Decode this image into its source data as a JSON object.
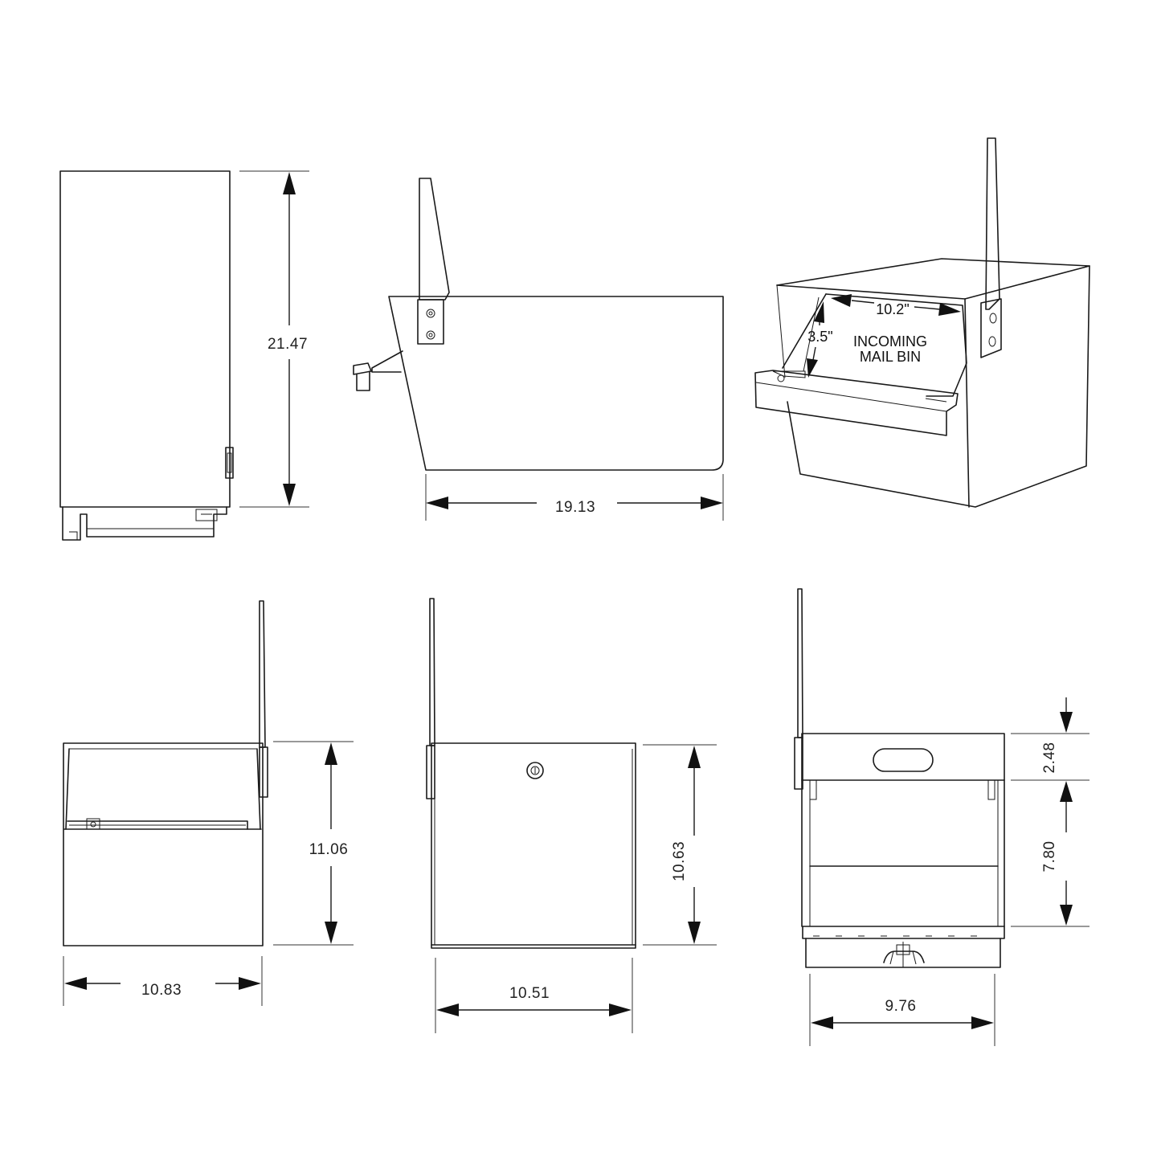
{
  "dimensions": {
    "side_height": "21.47",
    "side_length": "19.13",
    "bin_width": "10.2\"",
    "bin_depth": "3.5\"",
    "front_height": "11.06",
    "front_width": "10.83",
    "back_height": "10.63",
    "back_width": "10.51",
    "open_slot_height": "2.48",
    "open_bin_height": "7.80",
    "open_width": "9.76"
  },
  "callout": {
    "line1": "INCOMING",
    "line2": "MAIL BIN"
  },
  "colors": {
    "line": "#1a1a1a",
    "background": "#ffffff"
  }
}
